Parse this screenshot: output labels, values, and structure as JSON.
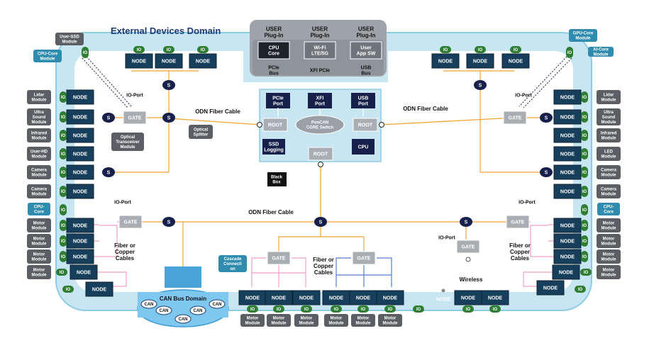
{
  "domain_title": "External Devices Domain",
  "top_modules": [
    {
      "plug": "USER\nPlug-In",
      "box": "CPU\nCore",
      "bus": "PCIe\nBus",
      "dark": true
    },
    {
      "plug": "USER\nPlug-In",
      "box": "Wi-Fi\nLTE/5G",
      "bus": "XFI   PCIe",
      "dark": false
    },
    {
      "plug": "USER\nPlug-In",
      "box": "User\nApp SW",
      "bus": "USB\nBus",
      "dark": false
    }
  ],
  "core": {
    "ports": [
      "PCIe\nPort",
      "XFI\nPort",
      "USB\nPort"
    ],
    "switch_label": "PonCAN\nCORE Switch",
    "root": "ROOT",
    "ssd": "SSD\nLogging",
    "cpu": "CPU",
    "black_box": "Black\nBox"
  },
  "node_label": "NODE",
  "gate_label": "GATE",
  "splitter_label": "S",
  "io_label": "IO",
  "io_port_label": "IO-Port",
  "fiber_cable_label": "ODN Fiber Cable",
  "optical_splitter_label": "Optical\nSplitter",
  "optical_transceiver_label": "Optical\nTransceiver\nModule",
  "fiber_copper_label": "Fiber or\nCopper\nCables",
  "cascade_label": "Cascade\nConnecti\non",
  "wireless_label": "Wireless",
  "can_domain_label": "CAN Bus Domain",
  "can_label": "CAN",
  "left_modules": [
    "Lidar\nModule",
    "Ultra\nSound\nModule",
    "Infrared\nModule",
    "User-HD\nModule",
    "Camera\nModule",
    "Camera\nModule",
    "Motor\nModule",
    "Motor\nModule",
    "Motor\nModule",
    "Motor\nModule"
  ],
  "right_modules": [
    "Lidar\nModule",
    "Ultra\nSound\nModule",
    "Infrared\nModule",
    "LED\nModule",
    "Camera\nModule",
    "Camera\nModule",
    "Motor\nModule",
    "Motor\nModule",
    "Motor\nModule",
    "Motor\nModule"
  ],
  "bottom_modules": [
    "Motor\nModule",
    "Motor\nModule",
    "Motor\nModule",
    "Motor\nModule",
    "Motor\nModule",
    "Motor\nModule"
  ],
  "corner_labels": {
    "user_ssd": "User-SSD\nModule",
    "cpu_core_module": "CPU-Core\nModule",
    "gpu_core": "GPU-Core\nModule",
    "ai_core": "AI-Core\nModule",
    "cpu_core_left": "CPU-\nCore",
    "cpu_core_right": "CPU-\nCore"
  },
  "colors": {
    "ring": "#c7e6f2",
    "ring_edge": "#8fcbe3",
    "node": "#173f5c",
    "navy": "#16204a",
    "fiber": "#f2a532",
    "pink": "#eea0c8",
    "blue_link": "#4f7fd0",
    "gray_box": "#a9aeb3",
    "module_gray": "#5b5f63",
    "teal": "#2f8cae"
  }
}
